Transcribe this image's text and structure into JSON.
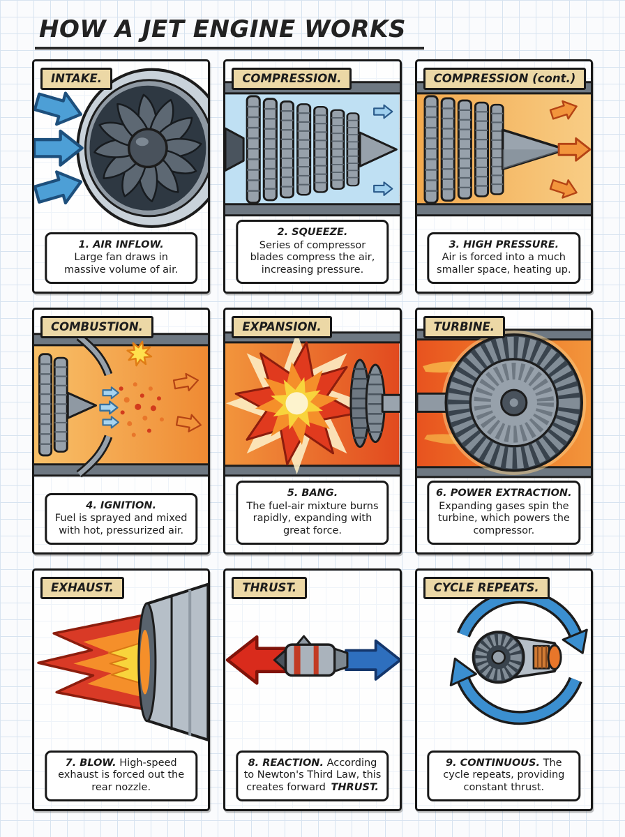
{
  "page": {
    "title": "HOW A JET ENGINE WORKS"
  },
  "colors": {
    "label_bg": "#ecd8a6",
    "grid_line": "#d7e3f0",
    "panel_border": "#181818",
    "arrow_blue": "#4d9fd6",
    "thrust_red": "#d92b1c",
    "thrust_blue": "#2e6fbe",
    "flame_orange": "#f58f2a",
    "flame_red": "#d93a26",
    "flame_yellow": "#f8d43c",
    "metal_gray": "#97a1ab"
  },
  "panels": [
    {
      "label": "INTAKE.",
      "caption_lead": "1. AIR INFLOW.",
      "caption_rest": "Large fan draws in massive volume of air."
    },
    {
      "label": "COMPRESSION.",
      "caption_lead": "2. SQUEEZE.",
      "caption_rest": "Series of compressor blades compress the air, increasing pressure."
    },
    {
      "label": "COMPRESSION (cont.)",
      "caption_lead": "3. HIGH PRESSURE.",
      "caption_rest": "Air is forced into a much smaller space, heating up."
    },
    {
      "label": "COMBUSTION.",
      "caption_lead": "4. IGNITION.",
      "caption_rest": "Fuel is sprayed and mixed with hot, pressurized air."
    },
    {
      "label": "EXPANSION.",
      "caption_lead": "5. BANG.",
      "caption_rest": "The fuel-air mixture burns rapidly, expanding with great force."
    },
    {
      "label": "TURBINE.",
      "caption_lead": "6. POWER EXTRACTION.",
      "caption_rest": "Expanding gases spin the turbine, which powers the compressor."
    },
    {
      "label": "EXHAUST.",
      "caption_lead": "7. BLOW.",
      "caption_rest": "High-speed exhaust is forced out the rear nozzle."
    },
    {
      "label": "THRUST.",
      "caption_lead": "8. REACTION.",
      "caption_rest": "According to Newton's Third Law, this creates forward",
      "caption_tail": "THRUST."
    },
    {
      "label": "CYCLE REPEATS.",
      "caption_lead": "9. CONTINUOUS.",
      "caption_rest": "The cycle repeats, providing constant thrust."
    }
  ]
}
